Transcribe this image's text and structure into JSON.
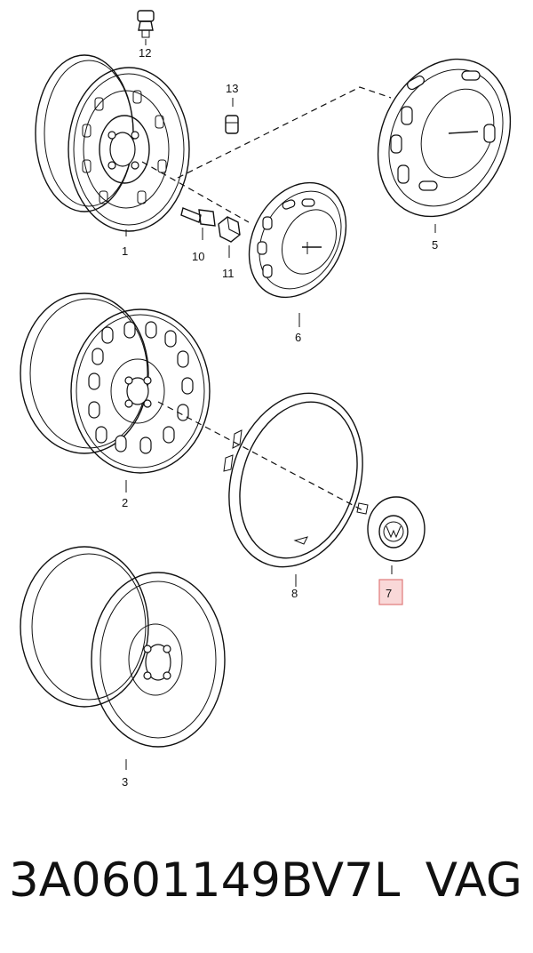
{
  "callouts": {
    "p1": "1",
    "p2": "2",
    "p3": "3",
    "p5": "5",
    "p6": "6",
    "p7": "7",
    "p8": "8",
    "p10": "10",
    "p11": "11",
    "p12": "12",
    "p13": "13"
  },
  "highlight": {
    "part": "7",
    "color": "#f4b8b8",
    "border": "#e07a7a"
  },
  "footer": {
    "part_number": "3A0601149BV7L",
    "brand": "VAG"
  },
  "icons": [
    "vw-logo-icon"
  ]
}
